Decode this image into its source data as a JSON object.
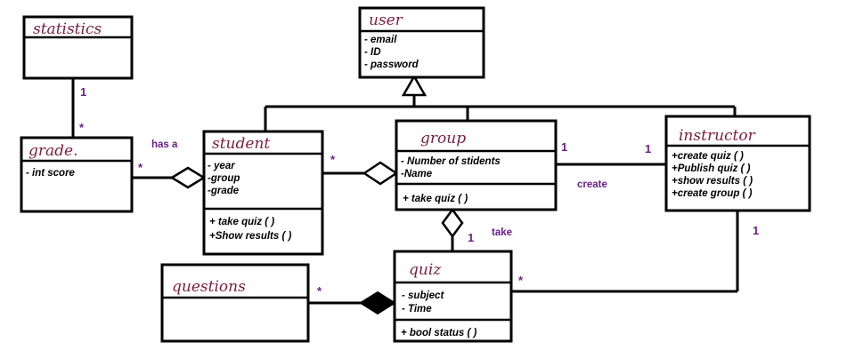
{
  "classes": {
    "user": {
      "name": "user",
      "attributes": [
        "- email",
        "- ID",
        "- password"
      ]
    },
    "statistics": {
      "name": "statistics"
    },
    "grade": {
      "name": "grade.",
      "attributes": [
        "- int score"
      ]
    },
    "student": {
      "name": "student",
      "attributes": [
        "- year",
        "-group",
        "-grade"
      ],
      "methods": [
        "+ take quiz ( )",
        "+Show results ( )"
      ]
    },
    "group": {
      "name": "group",
      "attributes": [
        "- Number of stidents",
        "-Name"
      ],
      "methods": [
        "+ take quiz ( )"
      ]
    },
    "instructor": {
      "name": "instructor",
      "attributes": [
        "+create quiz ( )",
        "+Publish quiz ( )",
        "+show results ( )",
        "+create group ( )"
      ]
    },
    "questions": {
      "name": "questions"
    },
    "quiz": {
      "name": "quiz",
      "attributes": [
        "- subject",
        "- Time"
      ],
      "methods": [
        "+ bool status ( )"
      ]
    }
  },
  "multiplicities": {
    "statistics_grade": "1",
    "grade_statistics": "*",
    "grade_student": "*",
    "student_group": "*",
    "group_instructor": "1",
    "instructor_group": "1",
    "group_quiz": "1",
    "instructor_quiz": "1",
    "quiz_instructor": "*",
    "questions_quiz": "*"
  },
  "relation_labels": {
    "has_a": "has a",
    "create": "create",
    "take": "take"
  }
}
